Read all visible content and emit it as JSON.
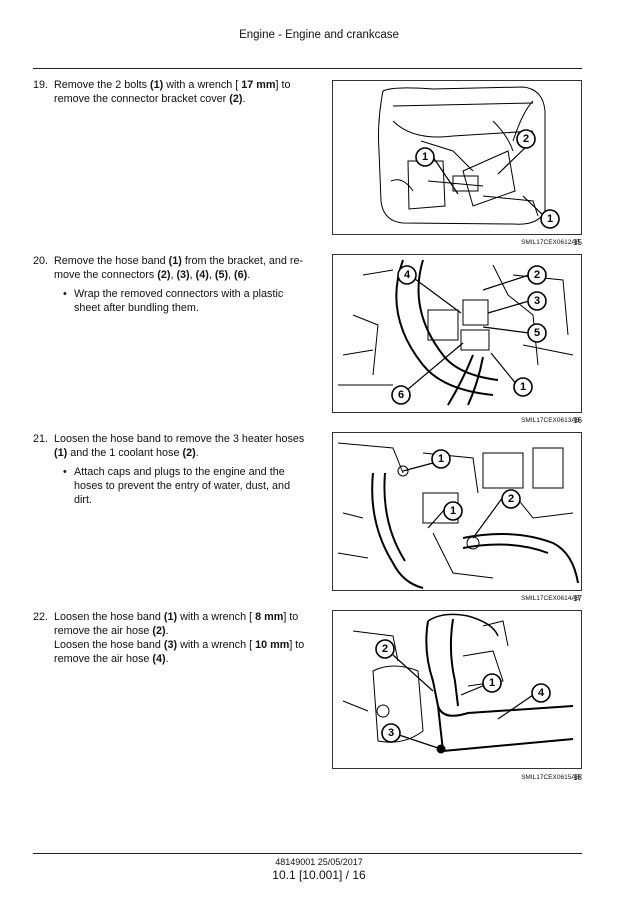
{
  "header": {
    "title": "Engine - Engine and crankcase"
  },
  "steps": [
    {
      "num": "19.",
      "segments": [
        {
          "t": "Remove the 2 bolts "
        },
        {
          "b": "(1)"
        },
        {
          "t": " with a wrench [ "
        },
        {
          "b": "17 mm"
        },
        {
          "t": "] to remove the connector bracket cover "
        },
        {
          "b": "(2)"
        },
        {
          "t": "."
        }
      ],
      "bullets": [],
      "figure": {
        "code": "SMIL17CEX0612AB",
        "number": "15",
        "callouts": [
          "1",
          "2",
          "1"
        ]
      }
    },
    {
      "num": "20.",
      "segments": [
        {
          "t": "Remove the hose band "
        },
        {
          "b": "(1)"
        },
        {
          "t": " from the bracket, and re-move the connectors "
        },
        {
          "b": "(2)"
        },
        {
          "t": ", "
        },
        {
          "b": "(3)"
        },
        {
          "t": ", "
        },
        {
          "b": "(4)"
        },
        {
          "t": ", "
        },
        {
          "b": "(5)"
        },
        {
          "t": ", "
        },
        {
          "b": "(6)"
        },
        {
          "t": "."
        }
      ],
      "bullets": [
        "Wrap the removed connectors with a plastic sheet after bundling them."
      ],
      "figure": {
        "code": "SMIL17CEX0613AB",
        "number": "16",
        "callouts": [
          "4",
          "2",
          "3",
          "5",
          "6",
          "1"
        ]
      }
    },
    {
      "num": "21.",
      "segments": [
        {
          "t": "Loosen the hose band to remove the 3 heater hoses "
        },
        {
          "b": "(1)"
        },
        {
          "t": " and the 1 coolant hose "
        },
        {
          "b": "(2)"
        },
        {
          "t": "."
        }
      ],
      "bullets": [
        "Attach caps and plugs to the engine and the hoses to prevent the entry of water, dust, and dirt."
      ],
      "figure": {
        "code": "SMIL17CEX0614AB",
        "number": "17",
        "callouts": [
          "1",
          "2",
          "1"
        ]
      }
    },
    {
      "num": "22.",
      "segments": [
        {
          "t": "Loosen the hose band "
        },
        {
          "b": "(1)"
        },
        {
          "t": " with a wrench [ "
        },
        {
          "b": "8 mm"
        },
        {
          "t": "] to remove the air hose "
        },
        {
          "b": "(2)"
        },
        {
          "t": ". "
        },
        {
          "br": true
        },
        {
          "t": "Loosen the hose band "
        },
        {
          "b": "(3)"
        },
        {
          "t": " with a wrench [ "
        },
        {
          "b": "10 mm"
        },
        {
          "t": "] to remove the air hose "
        },
        {
          "b": "(4)"
        },
        {
          "t": "."
        }
      ],
      "bullets": [],
      "figure": {
        "code": "SMIL17CEX0615AB",
        "number": "18",
        "callouts": [
          "2",
          "1",
          "4",
          "3"
        ]
      }
    }
  ],
  "footer": {
    "doc_ref": "48149001 25/05/2017",
    "page": "10.1 [10.001] / 16"
  }
}
